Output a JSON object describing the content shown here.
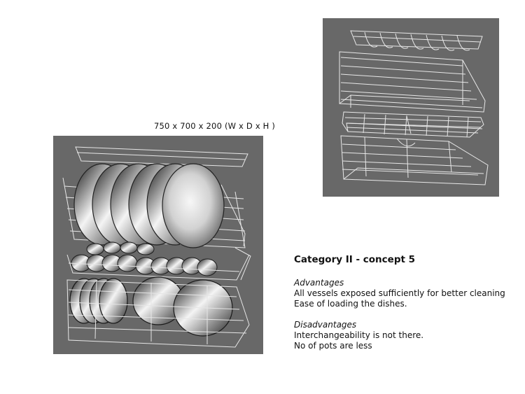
{
  "dimensions_label": "750 x 700 x 200 (W x D x H )",
  "title": "Category II - concept 5",
  "advantages": {
    "heading": "Advantages",
    "items": [
      "All vessels exposed sufficiently for better cleaning",
      "Ease of loading the dishes."
    ]
  },
  "disadvantages": {
    "heading": "Disadvantages",
    "items": [
      "Interchangeability is not there.",
      "No of pots are less"
    ]
  },
  "colors": {
    "panel_bg": "#686868",
    "wireframe": "#e6e6e6",
    "page_bg": "#ffffff"
  }
}
